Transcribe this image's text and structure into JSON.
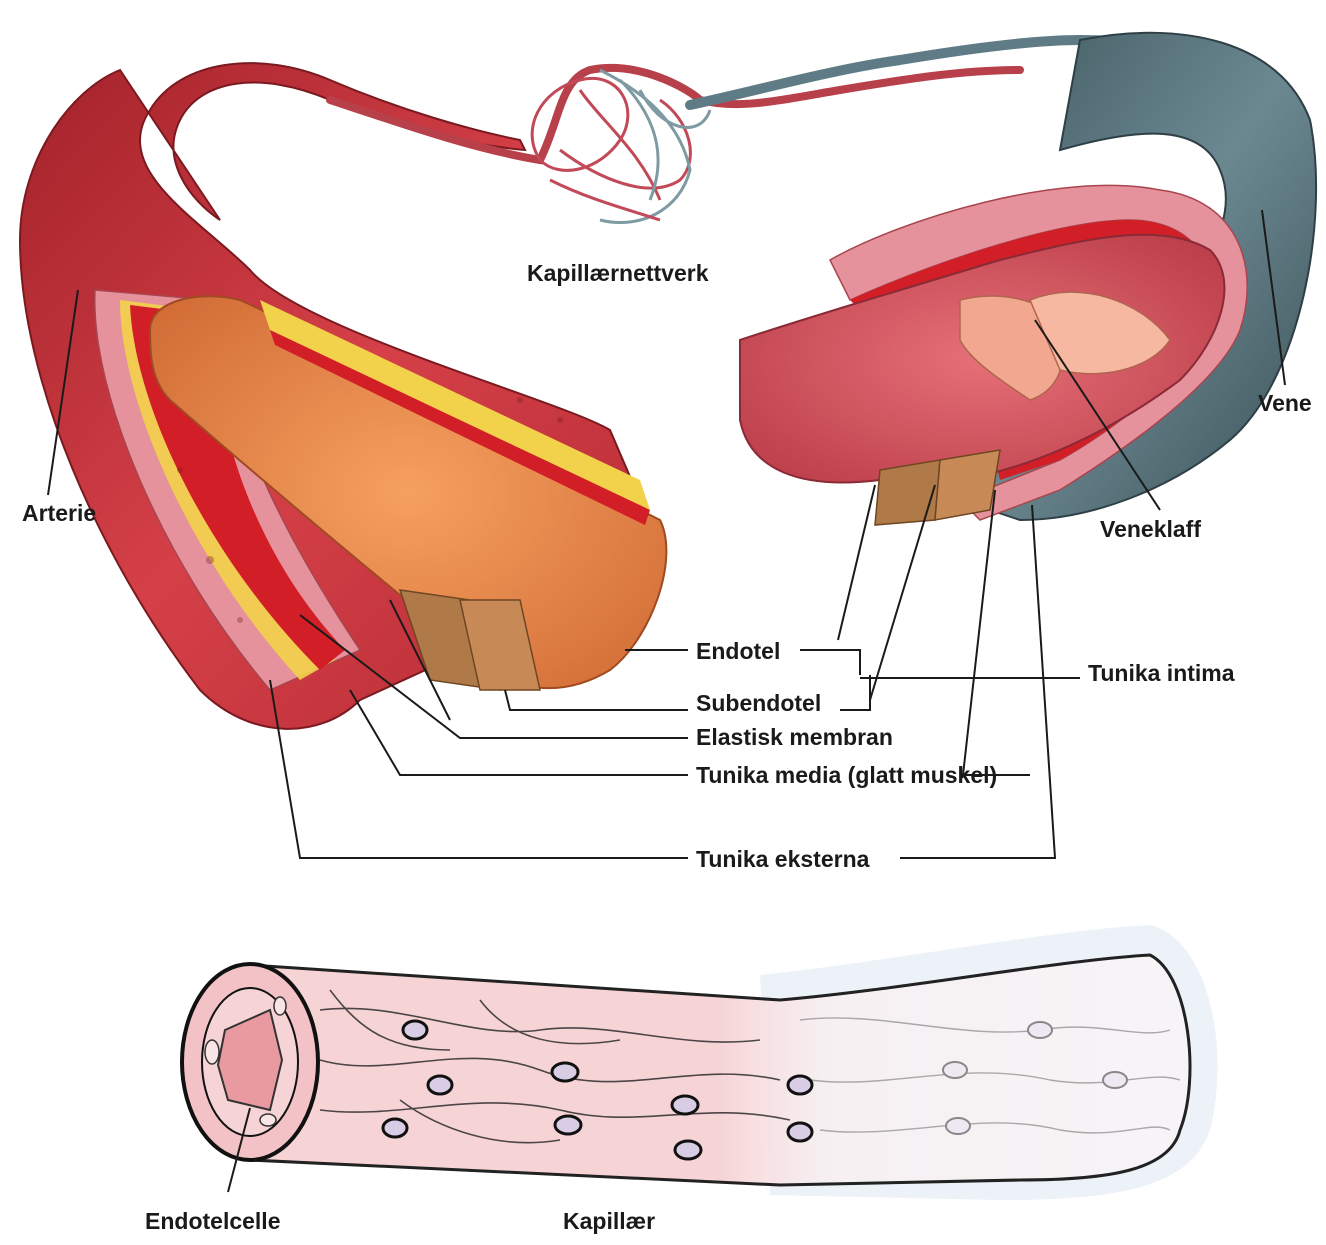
{
  "labels": {
    "capillary_network": "Kapillærnettverk",
    "artery": "Arterie",
    "vein": "Vene",
    "vein_valve": "Veneklaff",
    "endothelium": "Endotel",
    "subendothelium": "Subendotel",
    "tunica_intima": "Tunika intima",
    "elastic_membrane": "Elastisk membran",
    "tunica_media": "Tunika media (glatt muskel)",
    "tunica_externa": "Tunika eksterna",
    "endothelial_cell": "Endotelcelle",
    "capillary": "Kapillær"
  },
  "colors": {
    "artery": "#c8323a",
    "artery_dark": "#8e1c22",
    "artery_lumen": "#e8844a",
    "vein": "#4d6770",
    "vein_lumen": "#d6505a",
    "externa": "#e6929c",
    "elastic": "#f2d24a",
    "intima": "#b07a48",
    "capillary_wall": "#f6d4d6",
    "leader": "#1a1a1a"
  }
}
